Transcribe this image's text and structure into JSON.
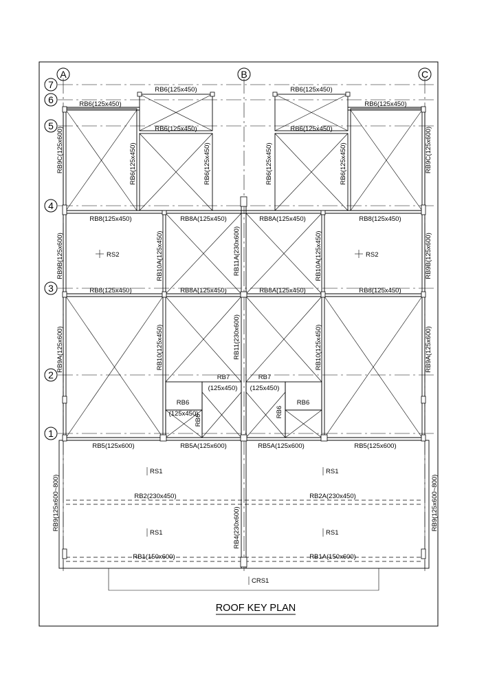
{
  "title": "ROOF KEY PLAN",
  "grid_columns": [
    "A",
    "B",
    "C"
  ],
  "grid_rows": [
    "7",
    "6",
    "5",
    "4",
    "3",
    "2",
    "1"
  ],
  "beams": {
    "rb6_top": "RB6(125x450)",
    "rb6": "RB6",
    "rb6_size": "(125x450)",
    "rb8": "RB8(125x450)",
    "rb8a": "RB8A(125x450)",
    "rb9c": "RB9C(125x600)",
    "rb9b": "RB9B(125x600)",
    "rb9a": "RB9A(125x600)",
    "rb10a": "RB10A(125x450)",
    "rb10": "RB10(125x450)",
    "rb11a": "RB11A(230x600)",
    "rb11": "RB11(230x600)",
    "rb7": "RB7",
    "rb5": "RB5(125x600)",
    "rb5a": "RB5A(125x600)",
    "rb2": "RB2(230x450)",
    "rb2a": "RB2A(230x450)",
    "rb9": "RB9(125x600~800)",
    "rb4": "RB4(230x600)",
    "rb1": "RB1(150x600)",
    "rb1a": "RB1A(150x600)"
  },
  "slabs": {
    "rs1": "RS1",
    "rs2": "RS2",
    "crs1": "CRS1"
  }
}
